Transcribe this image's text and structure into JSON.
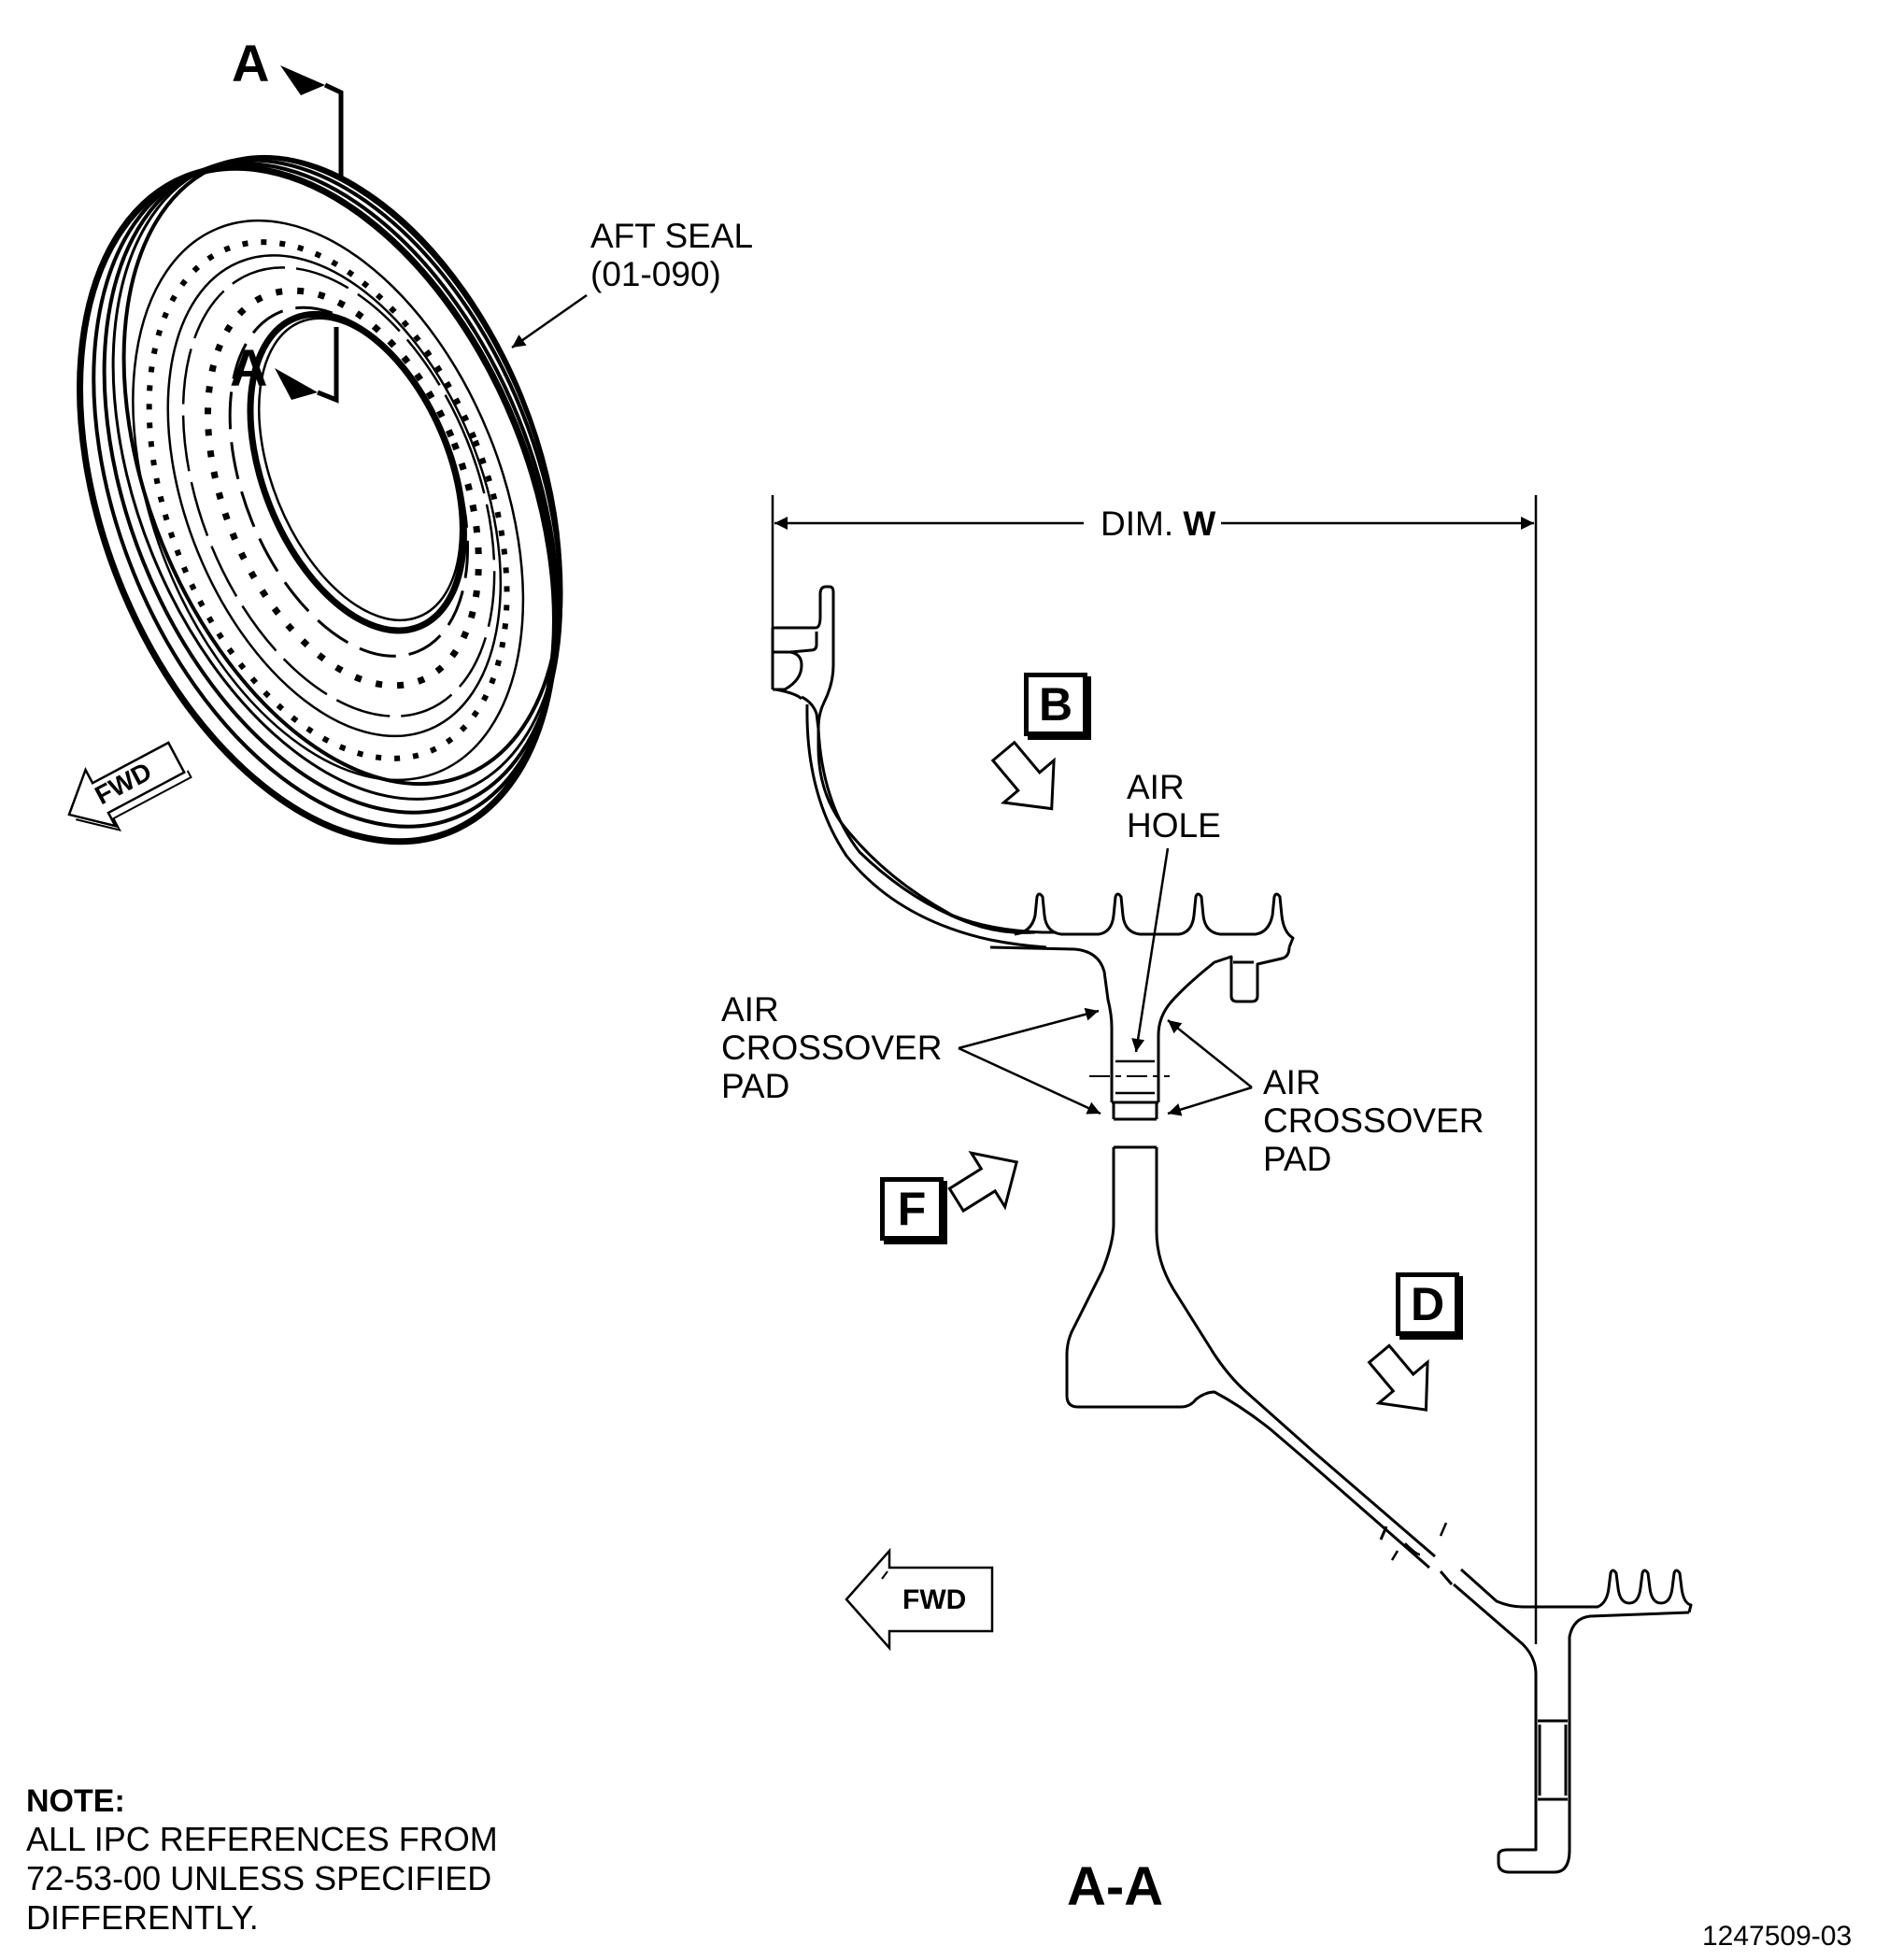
{
  "section_marks": {
    "top": "A",
    "bottom": "A"
  },
  "labels": {
    "aft_seal": "AFT SEAL\n(01-090)",
    "dim_prefix": "DIM. ",
    "dim_letter": "W",
    "air_hole": "AIR\nHOLE",
    "air_crossover_pad_left": "AIR\nCROSSOVER\nPAD",
    "air_crossover_pad_right": "AIR\nCROSSOVER\nPAD",
    "fwd_iso": "FWD",
    "fwd_section": "FWD",
    "section_title": "A-A",
    "view_b": "B",
    "view_d": "D",
    "view_f": "F"
  },
  "note": {
    "heading": "NOTE:",
    "body": "ALL IPC REFERENCES FROM\n72-53-00 UNLESS SPECIFIED\nDIFFERENTLY."
  },
  "figure_number": "1247509-03"
}
